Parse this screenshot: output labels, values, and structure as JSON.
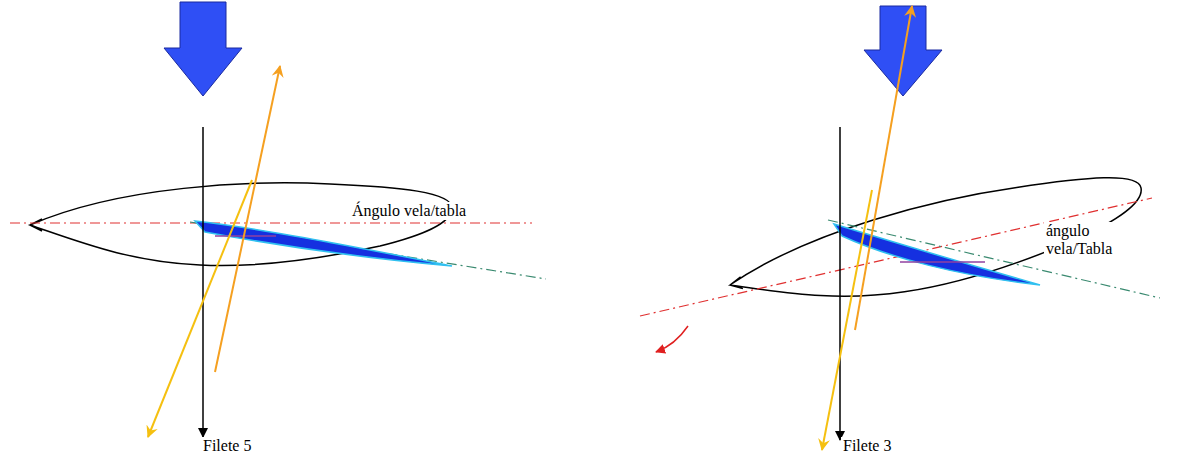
{
  "diagram": {
    "labels": [
      "Ángulo vela/tabla",
      "Filete 5",
      "ángulo vela/Tabla",
      "Filete 3"
    ]
  }
}
